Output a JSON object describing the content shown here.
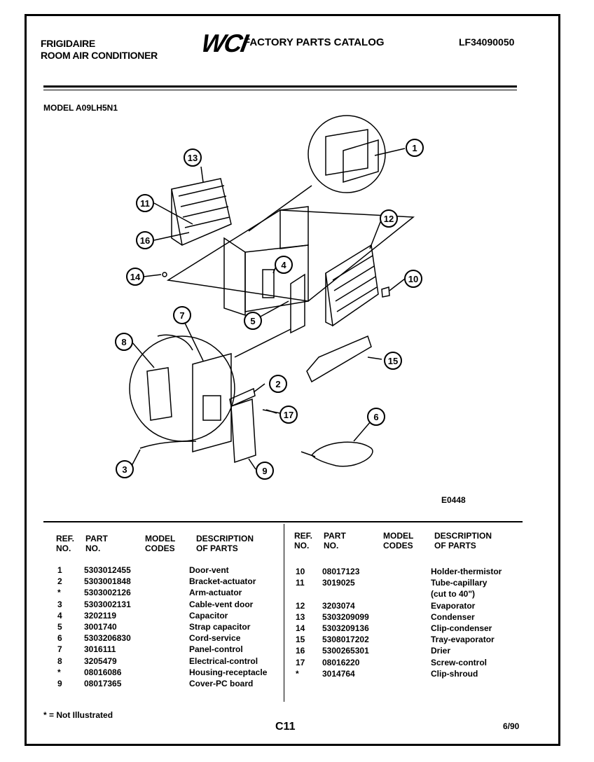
{
  "header": {
    "brand_line1": "FRIGIDAIRE",
    "brand_line2": "ROOM AIR CONDITIONER",
    "logo": "WCI",
    "catalog_title": "FACTORY PARTS CATALOG",
    "doc_number": "LF34090050",
    "model": "MODEL A09LH5N1"
  },
  "diagram": {
    "code": "E0448",
    "callouts": [
      "1",
      "2",
      "3",
      "4",
      "5",
      "6",
      "7",
      "8",
      "9",
      "10",
      "11",
      "12",
      "13",
      "14",
      "15",
      "16",
      "17"
    ]
  },
  "table": {
    "headers": {
      "ref": "REF.\nNO.",
      "part": "PART\nNO.",
      "model": "MODEL\nCODES",
      "desc": "DESCRIPTION\nOF PARTS"
    },
    "left_rows": [
      {
        "ref": "1",
        "part": "5303012455",
        "desc": "Door-vent"
      },
      {
        "ref": "2",
        "part": "5303001848",
        "desc": "Bracket-actuator"
      },
      {
        "ref": "*",
        "part": "5303002126",
        "desc": "Arm-actuator"
      },
      {
        "ref": "3",
        "part": "5303002131",
        "desc": "Cable-vent door"
      },
      {
        "ref": "4",
        "part": "3202119",
        "desc": "Capacitor"
      },
      {
        "ref": "5",
        "part": "3001740",
        "desc": "Strap capacitor"
      },
      {
        "ref": "6",
        "part": "5303206830",
        "desc": "Cord-service"
      },
      {
        "ref": "7",
        "part": "3016111",
        "desc": "Panel-control"
      },
      {
        "ref": "8",
        "part": "3205479",
        "desc": "Electrical-control"
      },
      {
        "ref": "*",
        "part": "08016086",
        "desc": "Housing-receptacle"
      },
      {
        "ref": "9",
        "part": "08017365",
        "desc": "Cover-PC board"
      }
    ],
    "right_rows": [
      {
        "ref": "10",
        "part": "08017123",
        "desc": "Holder-thermistor"
      },
      {
        "ref": "11",
        "part": "3019025",
        "desc": "Tube-capillary"
      },
      {
        "ref": "",
        "part": "",
        "desc": "(cut to 40\")"
      },
      {
        "ref": "12",
        "part": "3203074",
        "desc": "Evaporator"
      },
      {
        "ref": "13",
        "part": "5303209099",
        "desc": "Condenser"
      },
      {
        "ref": "14",
        "part": "5303209136",
        "desc": "Clip-condenser"
      },
      {
        "ref": "15",
        "part": "5308017202",
        "desc": "Tray-evaporator"
      },
      {
        "ref": "16",
        "part": "5300265301",
        "desc": "Drier"
      },
      {
        "ref": "17",
        "part": "08016220",
        "desc": "Screw-control"
      },
      {
        "ref": "*",
        "part": "3014764",
        "desc": "Clip-shroud"
      }
    ]
  },
  "footer": {
    "note": "* = Not Illustrated",
    "page": "C11",
    "date": "6/90"
  }
}
